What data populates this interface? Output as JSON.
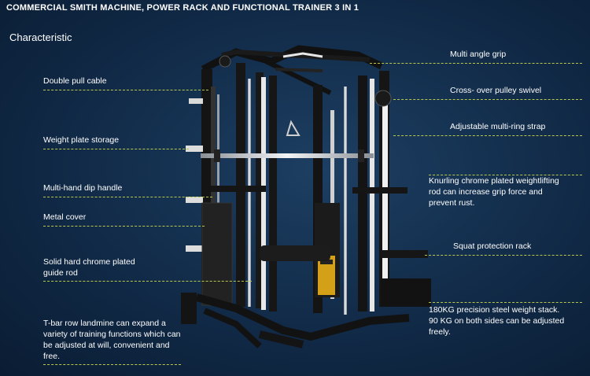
{
  "title": "COMMERCIAL SMITH MACHINE, POWER RACK AND FUNCTIONAL TRAINER 3 IN 1",
  "subtitle": "Characteristic",
  "labels_left": [
    "Double pull cable",
    "Weight plate storage",
    "Multi-hand dip handle",
    "Metal cover",
    "Solid hard chrome plated",
    "guide rod",
    "T-bar row landmine can expand a",
    "variety of training functions which can",
    "be adjusted at will, convenient and",
    "free."
  ],
  "labels_right": [
    "Multi angle grip",
    "Cross- over pulley swivel",
    "Adjustable multi-ring strap",
    "Knurling chrome plated weightlifting",
    "rod can increase grip force and",
    "prevent rust.",
    "Squat protection rack",
    "180KG precision steel weight stack.",
    "90 KG on both sides can be adjusted",
    "freely."
  ],
  "colors": {
    "leader_line": "#b8c84a",
    "background": "#143456"
  }
}
